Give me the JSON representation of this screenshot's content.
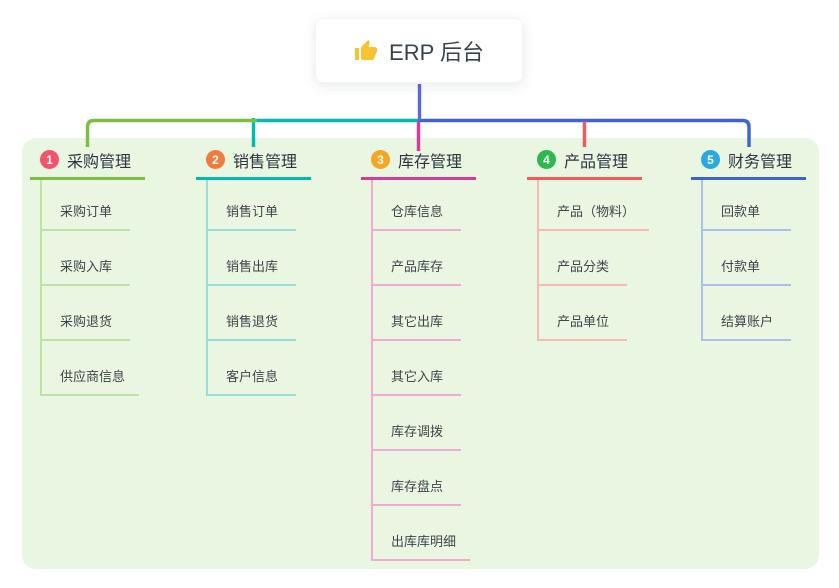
{
  "root": {
    "icon": "thumbs-up",
    "title": "ERP 后台"
  },
  "colors": {
    "panel_bg": "#E9F6E2",
    "root_connector": "#5A68DB",
    "thumb_icon": "#F7C331",
    "header_text": "#2C3540",
    "child_text": "#3F454B"
  },
  "branches": [
    {
      "num": "1",
      "title": "采购管理",
      "badge_color": "#F2536D",
      "line_color": "#7CBE41",
      "light_color": "#BDE2A6",
      "children": [
        "采购订单",
        "采购入库",
        "采购退货",
        "供应商信息"
      ]
    },
    {
      "num": "2",
      "title": "销售管理",
      "badge_color": "#F47B3E",
      "line_color": "#00BCAE",
      "light_color": "#9ADFD7",
      "children": [
        "销售订单",
        "销售出库",
        "销售退货",
        "客户信息"
      ]
    },
    {
      "num": "3",
      "title": "库存管理",
      "badge_color": "#F5A623",
      "line_color": "#D63A9D",
      "light_color": "#F2A9D3",
      "children": [
        "仓库信息",
        "产品库存",
        "其它出库",
        "其它入库",
        "库存调拨",
        "库存盘点",
        "出库库明细"
      ]
    },
    {
      "num": "4",
      "title": "产品管理",
      "badge_color": "#2EB84E",
      "line_color": "#F15B5B",
      "light_color": "#F9B9B1",
      "children": [
        "产品（物料）",
        "产品分类",
        "产品单位"
      ]
    },
    {
      "num": "5",
      "title": "财务管理",
      "badge_color": "#29A9E0",
      "line_color": "#3D62D2",
      "light_color": "#AABFEA",
      "children": [
        "回款单",
        "付款单",
        "结算账户"
      ]
    }
  ]
}
